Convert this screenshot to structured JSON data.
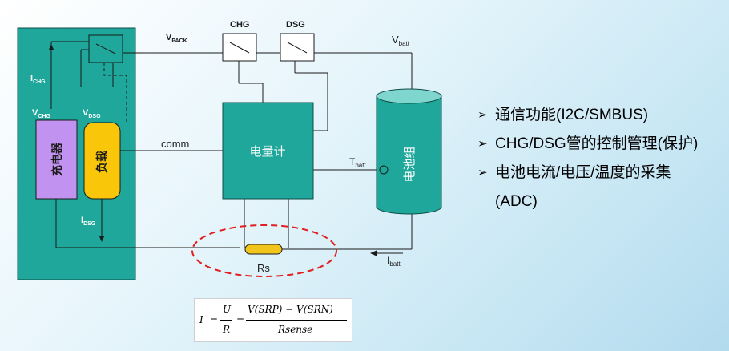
{
  "diagram": {
    "labels": {
      "chg_switch": "CHG",
      "dsg_switch": "DSG",
      "vpack_main": "V",
      "vpack_sub": "PACK",
      "vbatt_main": "V",
      "vbatt_sub": "batt",
      "ichg_main": "I",
      "ichg_sub": "CHG",
      "vchg_main": "V",
      "vchg_sub": "CHG",
      "vdsg_main": "V",
      "vdsg_sub": "DSG",
      "idsg_main": "I",
      "idsg_sub": "DSG",
      "charger": "充电器",
      "load": "负载",
      "comm": "comm",
      "gauge": "电量计",
      "tbatt_main": "T",
      "tbatt_sub": "batt",
      "battery": "电池组",
      "rs": "Rs",
      "ibatt_main": "I",
      "ibatt_sub": "batt"
    },
    "colors": {
      "board": "#1ea79a",
      "gauge": "#1ea79a",
      "battery": "#1ea79a",
      "battery_top": "#7fd6cf",
      "charger": "#c292f0",
      "load": "#f9c60a",
      "resistor": "#f2c51c",
      "dashed_ellipse": "#e02020",
      "line": "#1a1a1a"
    }
  },
  "bullets": {
    "items": [
      "通信功能(I2C/SMBUS)",
      "CHG/DSG管的控制管理(保护)",
      "电池电流/电压/温度的采集"
    ],
    "continuation": "(ADC)",
    "marker_icon": "arrow-bullet-icon"
  },
  "formula": {
    "lhs": "I",
    "eq": "=",
    "frac1_num": "U",
    "frac1_den": "R",
    "frac2_num": "V(SRP) − V(SRN)",
    "frac2_den": "Rsense"
  }
}
